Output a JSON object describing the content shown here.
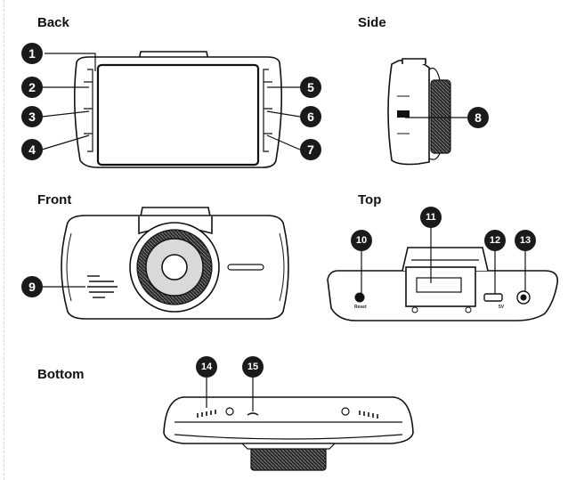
{
  "sections": {
    "back": "Back",
    "side": "Side",
    "front": "Front",
    "top": "Top",
    "bottom": "Bottom"
  },
  "callouts": [
    "1",
    "2",
    "3",
    "4",
    "5",
    "6",
    "7",
    "8",
    "9",
    "10",
    "11",
    "12",
    "13",
    "14",
    "15"
  ],
  "port_labels": {
    "reset": "Reset",
    "usb": "5V"
  },
  "colors": {
    "line": "#111111",
    "callout_fill": "#1a1a1a",
    "screen": "#ffffff",
    "lens_gray": "#d9d9d9"
  }
}
